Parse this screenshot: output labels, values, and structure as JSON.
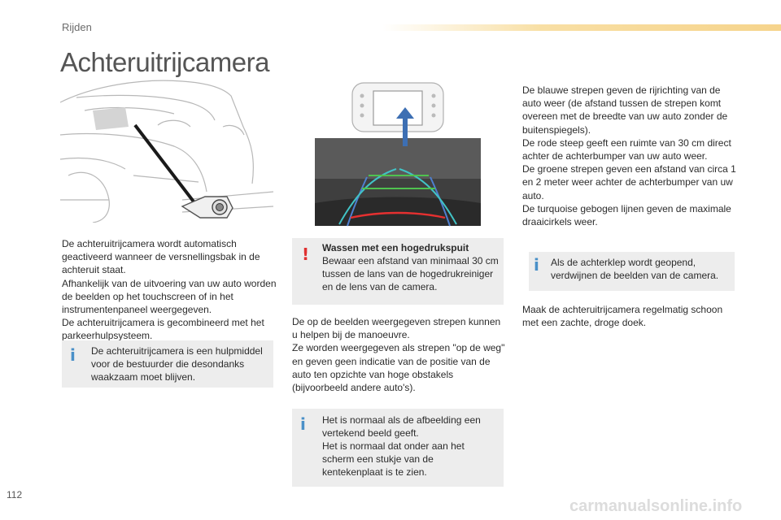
{
  "header": {
    "section": "Rijden",
    "title": "Achteruitrijcamera"
  },
  "colors": {
    "info_icon": "#4a90c8",
    "warning_icon": "#e03030",
    "note_background": "#ededed",
    "header_bar": "#f6d48c"
  },
  "left_column": {
    "paragraphs": [
      "De achteruitrijcamera wordt automatisch geactiveerd wanneer de versnellingsbak in de achteruit staat.",
      "Afhankelijk van de uitvoering van uw auto worden de beelden op het touchscreen of in het instrumentenpaneel weergegeven.",
      "De achteruitrijcamera is gecombineerd met het parkeerhulpsysteem."
    ],
    "info_note": {
      "icon": "info-icon",
      "text": "De achteruitrijcamera is een hulpmiddel voor de bestuurder die desondanks waakzaam moet blijven."
    }
  },
  "middle_column": {
    "warning_note": {
      "icon": "warning-icon",
      "title": "Wassen met een hogedrukspuit",
      "text": "Bewaar een afstand van minimaal 30 cm tussen de lans van de hogedrukreiniger en de lens van de camera."
    },
    "paragraphs": [
      "De op de beelden weergegeven strepen kunnen u helpen bij de manoeuvre.",
      "Ze worden weergegeven als strepen \"op de weg\" en geven geen indicatie van de positie van de auto ten opzichte van hoge obstakels (bijvoorbeeld andere auto's)."
    ],
    "info_note": {
      "icon": "info-icon",
      "line1": "Het is normaal als de afbeelding een vertekend beeld geeft.",
      "line2": "Het is normaal dat onder aan het scherm een stukje van de kentekenplaat is te zien."
    }
  },
  "right_column": {
    "paragraphs": [
      "De blauwe strepen geven de rijrichting van de auto weer (de afstand tussen de strepen komt overeen met de breedte van uw auto zonder de buitenspiegels).",
      "De rode steep geeft een ruimte van 30 cm direct achter de achterbumper van uw auto weer.",
      "De groene strepen geven een afstand van circa 1 en 2 meter weer achter de achterbumper van uw auto.",
      "De turquoise gebogen lijnen geven de maximale draaicirkels weer."
    ],
    "info_note": {
      "icon": "info-icon",
      "text": "Als de achterklep wordt geopend, verdwijnen de beelden van de camera."
    },
    "closing": "Maak de achteruitrijcamera regelmatig schoon met een zachte, droge doek."
  },
  "footer": {
    "page_number": "112",
    "watermark": "carmanualsonline.info"
  }
}
